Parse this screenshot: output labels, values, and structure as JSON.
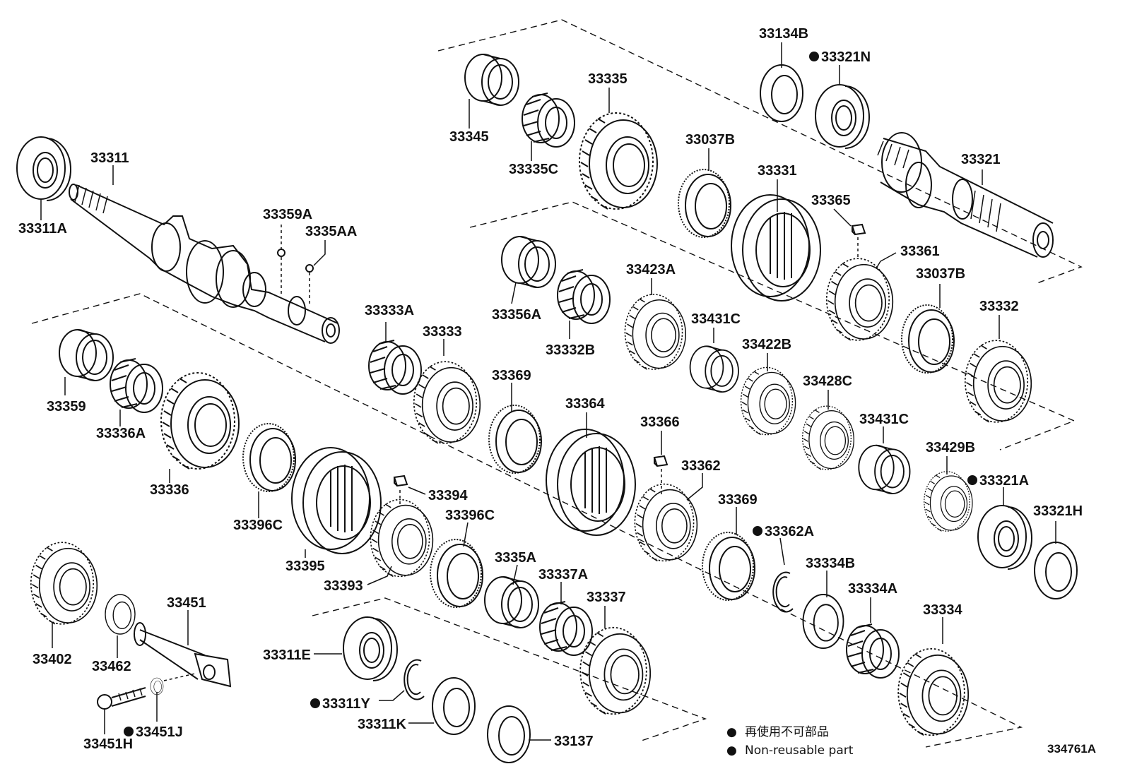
{
  "diagram_code": "334761A",
  "legend": [
    {
      "bullet": "●",
      "text": "再使用不可部品"
    },
    {
      "bullet": "●",
      "text": "Non-reusable part"
    }
  ],
  "parts": [
    {
      "id": "33311A",
      "nonreusable": false
    },
    {
      "id": "33311",
      "nonreusable": false
    },
    {
      "id": "33359A",
      "nonreusable": false
    },
    {
      "id": "3335AA",
      "nonreusable": false
    },
    {
      "id": "33345",
      "nonreusable": false
    },
    {
      "id": "33335C",
      "nonreusable": false
    },
    {
      "id": "33335",
      "nonreusable": false
    },
    {
      "id": "33037B",
      "nonreusable": false
    },
    {
      "id": "33331",
      "nonreusable": false
    },
    {
      "id": "33134B",
      "nonreusable": false
    },
    {
      "id": "33321N",
      "nonreusable": true
    },
    {
      "id": "33321",
      "nonreusable": false
    },
    {
      "id": "33365",
      "nonreusable": false
    },
    {
      "id": "33361",
      "nonreusable": false
    },
    {
      "id": "33037B",
      "nonreusable": false
    },
    {
      "id": "33332",
      "nonreusable": false
    },
    {
      "id": "33356A",
      "nonreusable": false
    },
    {
      "id": "33332B",
      "nonreusable": false
    },
    {
      "id": "33423A",
      "nonreusable": false
    },
    {
      "id": "33431C",
      "nonreusable": false
    },
    {
      "id": "33422B",
      "nonreusable": false
    },
    {
      "id": "33428C",
      "nonreusable": false
    },
    {
      "id": "33431C",
      "nonreusable": false
    },
    {
      "id": "33429B",
      "nonreusable": false
    },
    {
      "id": "33321A",
      "nonreusable": true
    },
    {
      "id": "33321H",
      "nonreusable": false
    },
    {
      "id": "33359",
      "nonreusable": false
    },
    {
      "id": "33336A",
      "nonreusable": false
    },
    {
      "id": "33336",
      "nonreusable": false
    },
    {
      "id": "33333A",
      "nonreusable": false
    },
    {
      "id": "33333",
      "nonreusable": false
    },
    {
      "id": "33369",
      "nonreusable": false
    },
    {
      "id": "33364",
      "nonreusable": false
    },
    {
      "id": "33366",
      "nonreusable": false
    },
    {
      "id": "33362",
      "nonreusable": false
    },
    {
      "id": "33369",
      "nonreusable": false
    },
    {
      "id": "33362A",
      "nonreusable": true
    },
    {
      "id": "33334B",
      "nonreusable": false
    },
    {
      "id": "33334A",
      "nonreusable": false
    },
    {
      "id": "33334",
      "nonreusable": false
    },
    {
      "id": "33396C",
      "nonreusable": false
    },
    {
      "id": "33395",
      "nonreusable": false
    },
    {
      "id": "33394",
      "nonreusable": false
    },
    {
      "id": "33393",
      "nonreusable": false
    },
    {
      "id": "33396C",
      "nonreusable": false
    },
    {
      "id": "3335A",
      "nonreusable": false
    },
    {
      "id": "33337A",
      "nonreusable": false
    },
    {
      "id": "33337",
      "nonreusable": false
    },
    {
      "id": "33402",
      "nonreusable": false
    },
    {
      "id": "33462",
      "nonreusable": false
    },
    {
      "id": "33451",
      "nonreusable": false
    },
    {
      "id": "33451H",
      "nonreusable": false
    },
    {
      "id": "33451J",
      "nonreusable": true
    },
    {
      "id": "33311E",
      "nonreusable": false
    },
    {
      "id": "33311Y",
      "nonreusable": true
    },
    {
      "id": "33311K",
      "nonreusable": false
    },
    {
      "id": "33137",
      "nonreusable": false
    }
  ]
}
